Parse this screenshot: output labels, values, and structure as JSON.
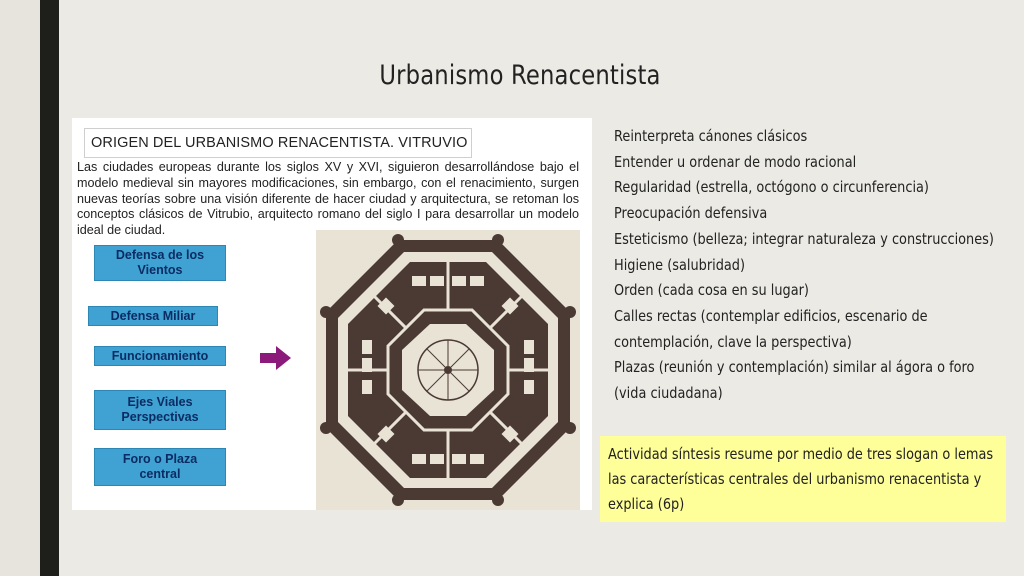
{
  "slide": {
    "title": "Urbanismo Renacentista"
  },
  "figure": {
    "title": "ORIGEN DEL URBANISMO RENACENTISTA. VITRUVIO",
    "paragraph": "Las ciudades europeas durante los siglos XV y XVI, siguieron desarrollándose bajo el modelo medieval sin mayores modificaciones, sin embargo, con el renacimiento, surgen nuevas teorías sobre una visión diferente de hacer ciudad y arquitectura, se retoman los conceptos clásicos de Vitrubio, arquitecto romano del siglo I para desarrollar un modelo ideal de ciudad.",
    "boxes": [
      {
        "line1": "Defensa de los",
        "line2": "Vientos"
      },
      {
        "line1": "Defensa Miliar",
        "line2": ""
      },
      {
        "line1": "Funcionamiento",
        "line2": ""
      },
      {
        "line1": "Ejes Viales",
        "line2": "Perspectivas"
      },
      {
        "line1": "Foro o Plaza",
        "line2": "central"
      }
    ],
    "colors": {
      "box": "#3FA2D3",
      "box_text": "#0B2C63",
      "arrow": "#8B1A7A",
      "map_ink": "#4A3A33"
    }
  },
  "bullets": [
    "Reinterpreta cánones  clásicos",
    "Entender u ordenar de modo racional",
    "Regularidad (estrella, octógono o circunferencia)",
    "Preocupación defensiva",
    "Esteticismo (belleza; integrar naturaleza y construcciones)",
    "Higiene (salubridad)",
    "Orden (cada cosa en su lugar)",
    "Calles rectas (contemplar edificios, escenario de",
    "contemplación, clave la perspectiva)",
    "Plazas (reunión y contemplación)  similar al ágora o foro",
    "(vida ciudadana)"
  ],
  "activity": {
    "text": "Actividad síntesis resume por medio de tres slogan o lemas las características centrales del urbanismo renacentista y explica (6p)",
    "background": "#FFFF99"
  }
}
